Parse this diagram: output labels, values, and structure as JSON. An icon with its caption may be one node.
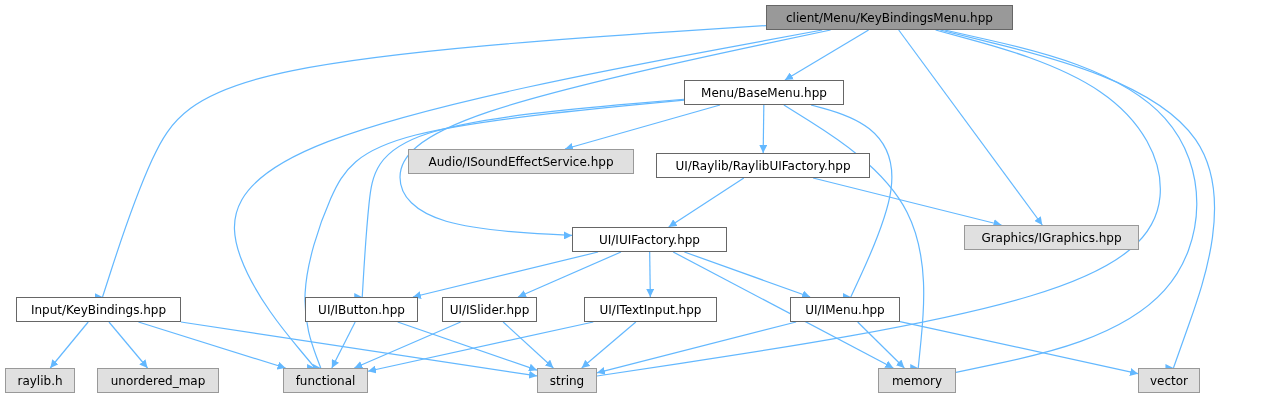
{
  "diagram": {
    "nodes": [
      {
        "text": [
          "client/Menu/KeyBindingsMenu.hpp"
        ]
      },
      {
        "text": [
          "Menu/BaseMenu.hpp"
        ]
      },
      {
        "text": [
          "Audio/ISoundEffectService.hpp"
        ]
      },
      {
        "text": [
          "UI/Raylib/RaylibUIFactory.hpp"
        ]
      },
      {
        "text": [
          "UI/IUIFactory.hpp"
        ]
      },
      {
        "text": [
          "Graphics/IGraphics.hpp"
        ]
      },
      {
        "text": [
          "Input/KeyBindings.hpp"
        ]
      },
      {
        "text": [
          "UI/IButton.hpp"
        ]
      },
      {
        "text": [
          "UI/ISlider.hpp"
        ]
      },
      {
        "text": [
          "UI/ITextInput.hpp"
        ]
      },
      {
        "text": [
          "UI/IMenu.hpp"
        ]
      },
      {
        "text": [
          "raylib.h"
        ]
      },
      {
        "text": [
          "unordered_map"
        ]
      },
      {
        "text": [
          "functional"
        ]
      },
      {
        "text": [
          "string"
        ]
      },
      {
        "text": [
          "memory"
        ]
      },
      {
        "text": [
          "vector"
        ]
      }
    ],
    "edges": [
      {
        "from": 0,
        "to": 1,
        "arrow": "to"
      },
      {
        "from": 0,
        "to": 6,
        "arrow": "to"
      },
      {
        "from": 0,
        "to": 13,
        "arrow": "to"
      },
      {
        "from": 0,
        "to": 4,
        "arrow": "to"
      },
      {
        "from": 0,
        "to": 5,
        "arrow": "to"
      },
      {
        "from": 0,
        "to": 14,
        "arrow": "to"
      },
      {
        "from": 0,
        "to": 15,
        "arrow": "to"
      },
      {
        "from": 0,
        "to": 16,
        "arrow": "to"
      },
      {
        "from": 1,
        "to": 2,
        "arrow": "to"
      },
      {
        "from": 1,
        "to": 3,
        "arrow": "to"
      },
      {
        "from": 1,
        "to": 7,
        "arrow": "to"
      },
      {
        "from": 1,
        "to": 13,
        "arrow": "to"
      },
      {
        "from": 1,
        "to": 10,
        "arrow": "to"
      },
      {
        "from": 1,
        "to": 15,
        "arrow": "to"
      },
      {
        "from": 3,
        "to": 4,
        "arrow": "to"
      },
      {
        "from": 3,
        "to": 5,
        "arrow": "to"
      },
      {
        "from": 4,
        "to": 7,
        "arrow": "to"
      },
      {
        "from": 4,
        "to": 8,
        "arrow": "to"
      },
      {
        "from": 4,
        "to": 9,
        "arrow": "to"
      },
      {
        "from": 4,
        "to": 10,
        "arrow": "to"
      },
      {
        "from": 4,
        "to": 15,
        "arrow": "to"
      },
      {
        "from": 6,
        "to": 11,
        "arrow": "to"
      },
      {
        "from": 6,
        "to": 12,
        "arrow": "to"
      },
      {
        "from": 6,
        "to": 13,
        "arrow": "to"
      },
      {
        "from": 6,
        "to": 14,
        "arrow": "to"
      },
      {
        "from": 7,
        "to": 13,
        "arrow": "to"
      },
      {
        "from": 7,
        "to": 14,
        "arrow": "to"
      },
      {
        "from": 8,
        "to": 13,
        "arrow": "to"
      },
      {
        "from": 8,
        "to": 14,
        "arrow": "to"
      },
      {
        "from": 9,
        "to": 13,
        "arrow": "to"
      },
      {
        "from": 9,
        "to": 14,
        "arrow": "to"
      },
      {
        "from": 10,
        "to": 14,
        "arrow": "to"
      },
      {
        "from": 10,
        "to": 15,
        "arrow": "to"
      },
      {
        "from": 10,
        "to": 16,
        "arrow": "to"
      }
    ]
  }
}
